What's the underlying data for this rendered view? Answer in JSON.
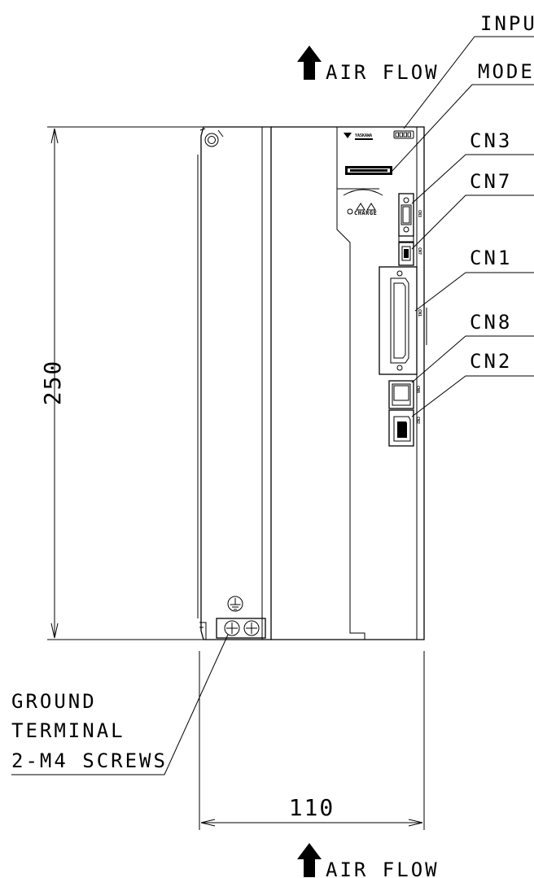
{
  "labels": {
    "air_flow_top": "AIR FLOW",
    "air_flow_bottom": "AIR FLOW",
    "input": "INPU",
    "mode": "MODE",
    "cn3": "CN3",
    "cn7": "CN7",
    "cn1": "CN1",
    "cn8": "CN8",
    "cn2": "CN2",
    "ground_line1": "GROUND",
    "ground_line2": "TERMINAL",
    "ground_line3": "2-M4 SCREWS",
    "charge": "CHARGE",
    "brand": "YASKAWA"
  },
  "dimensions": {
    "height": "250",
    "width": "110"
  },
  "icons": {
    "arrow": "up-arrow-icon",
    "ground": "ground-symbol-icon",
    "screw": "screw-head-icon",
    "warning": "warning-triangle-icon"
  }
}
